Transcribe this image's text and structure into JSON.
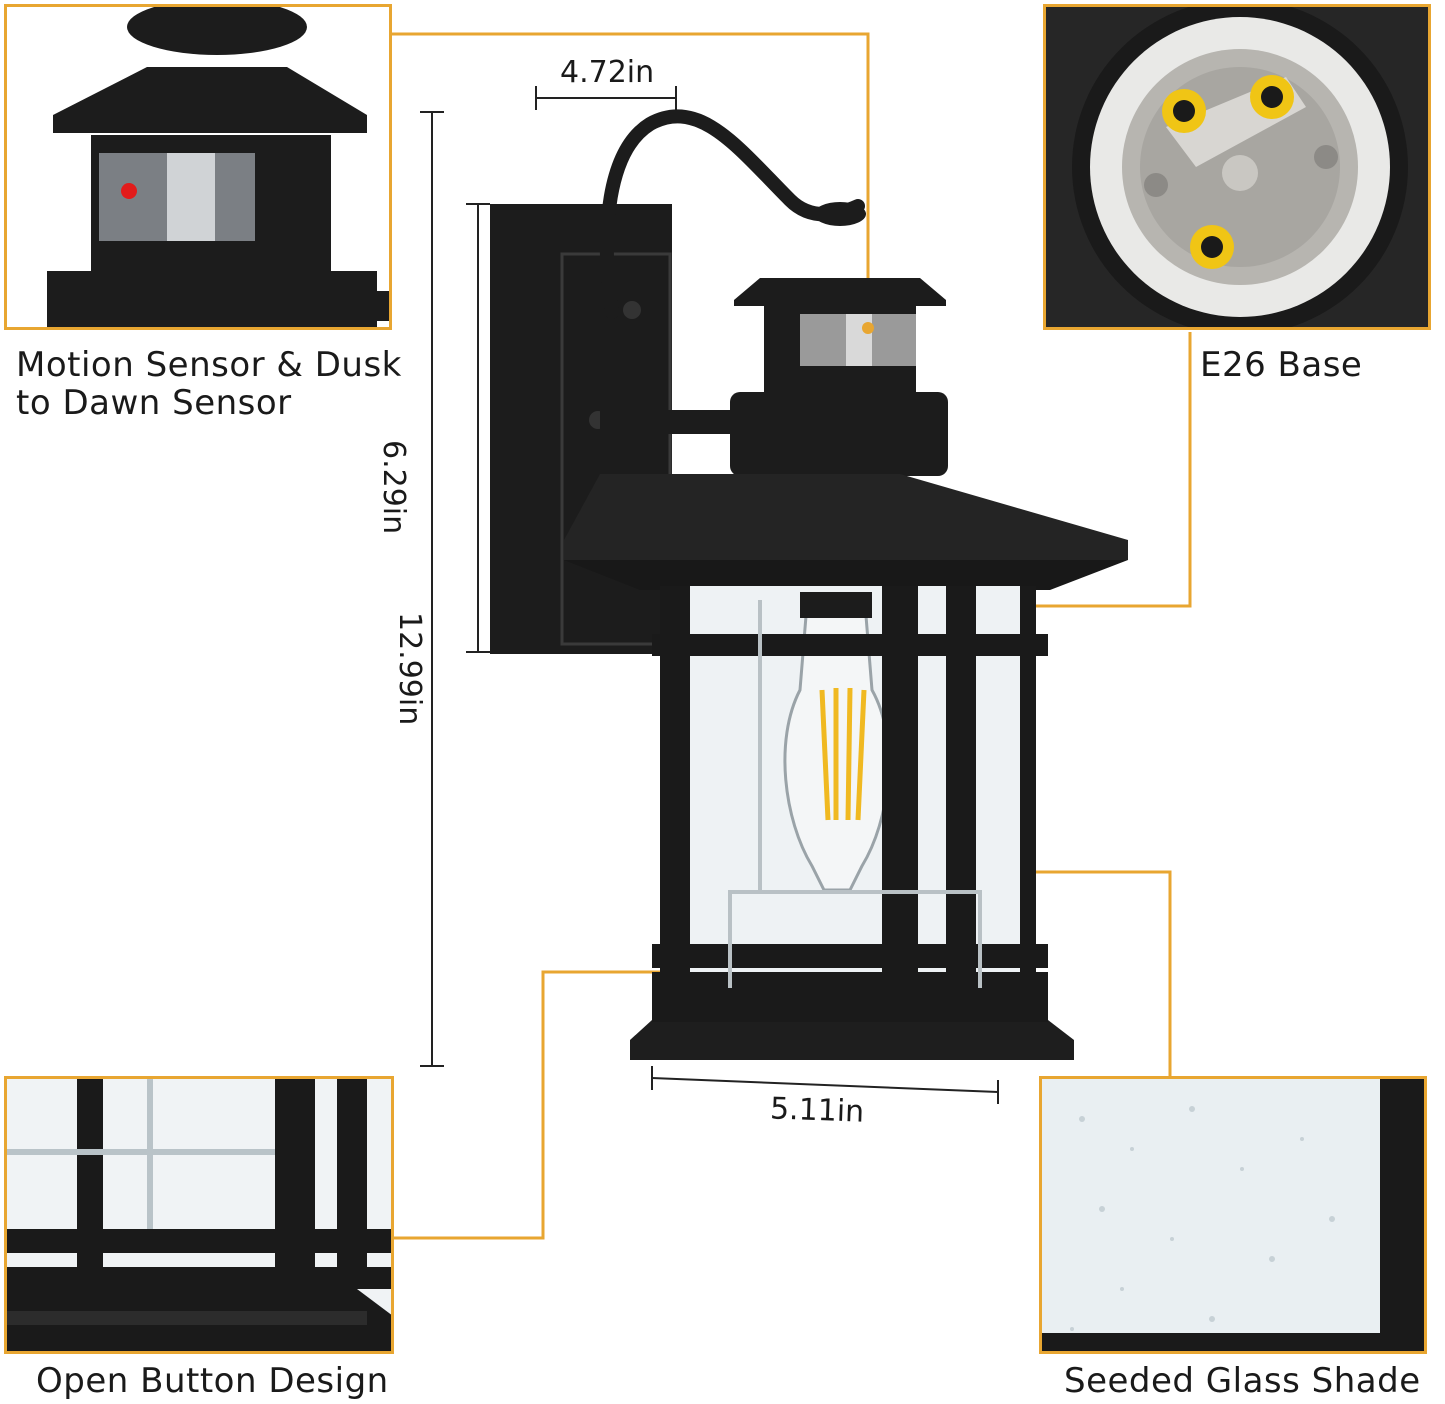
{
  "features": {
    "motion_sensor": "Motion Sensor & Dusk to Dawn Sensor",
    "motion_sensor_line1": "Motion Sensor & Dusk",
    "motion_sensor_line2": "to Dawn Sensor",
    "e26_base": "E26 Base",
    "open_button": "Open Button Design",
    "seeded_glass": "Seeded Glass Shade"
  },
  "dimensions": {
    "top_width": "4.72in",
    "backplate_height": "6.29in",
    "total_height": "12.99in",
    "bottom_width": "5.11in"
  },
  "colors": {
    "callout_accent": "#e8a631",
    "fixture_black": "#1c1c1c",
    "glass": "#eef2f4"
  }
}
